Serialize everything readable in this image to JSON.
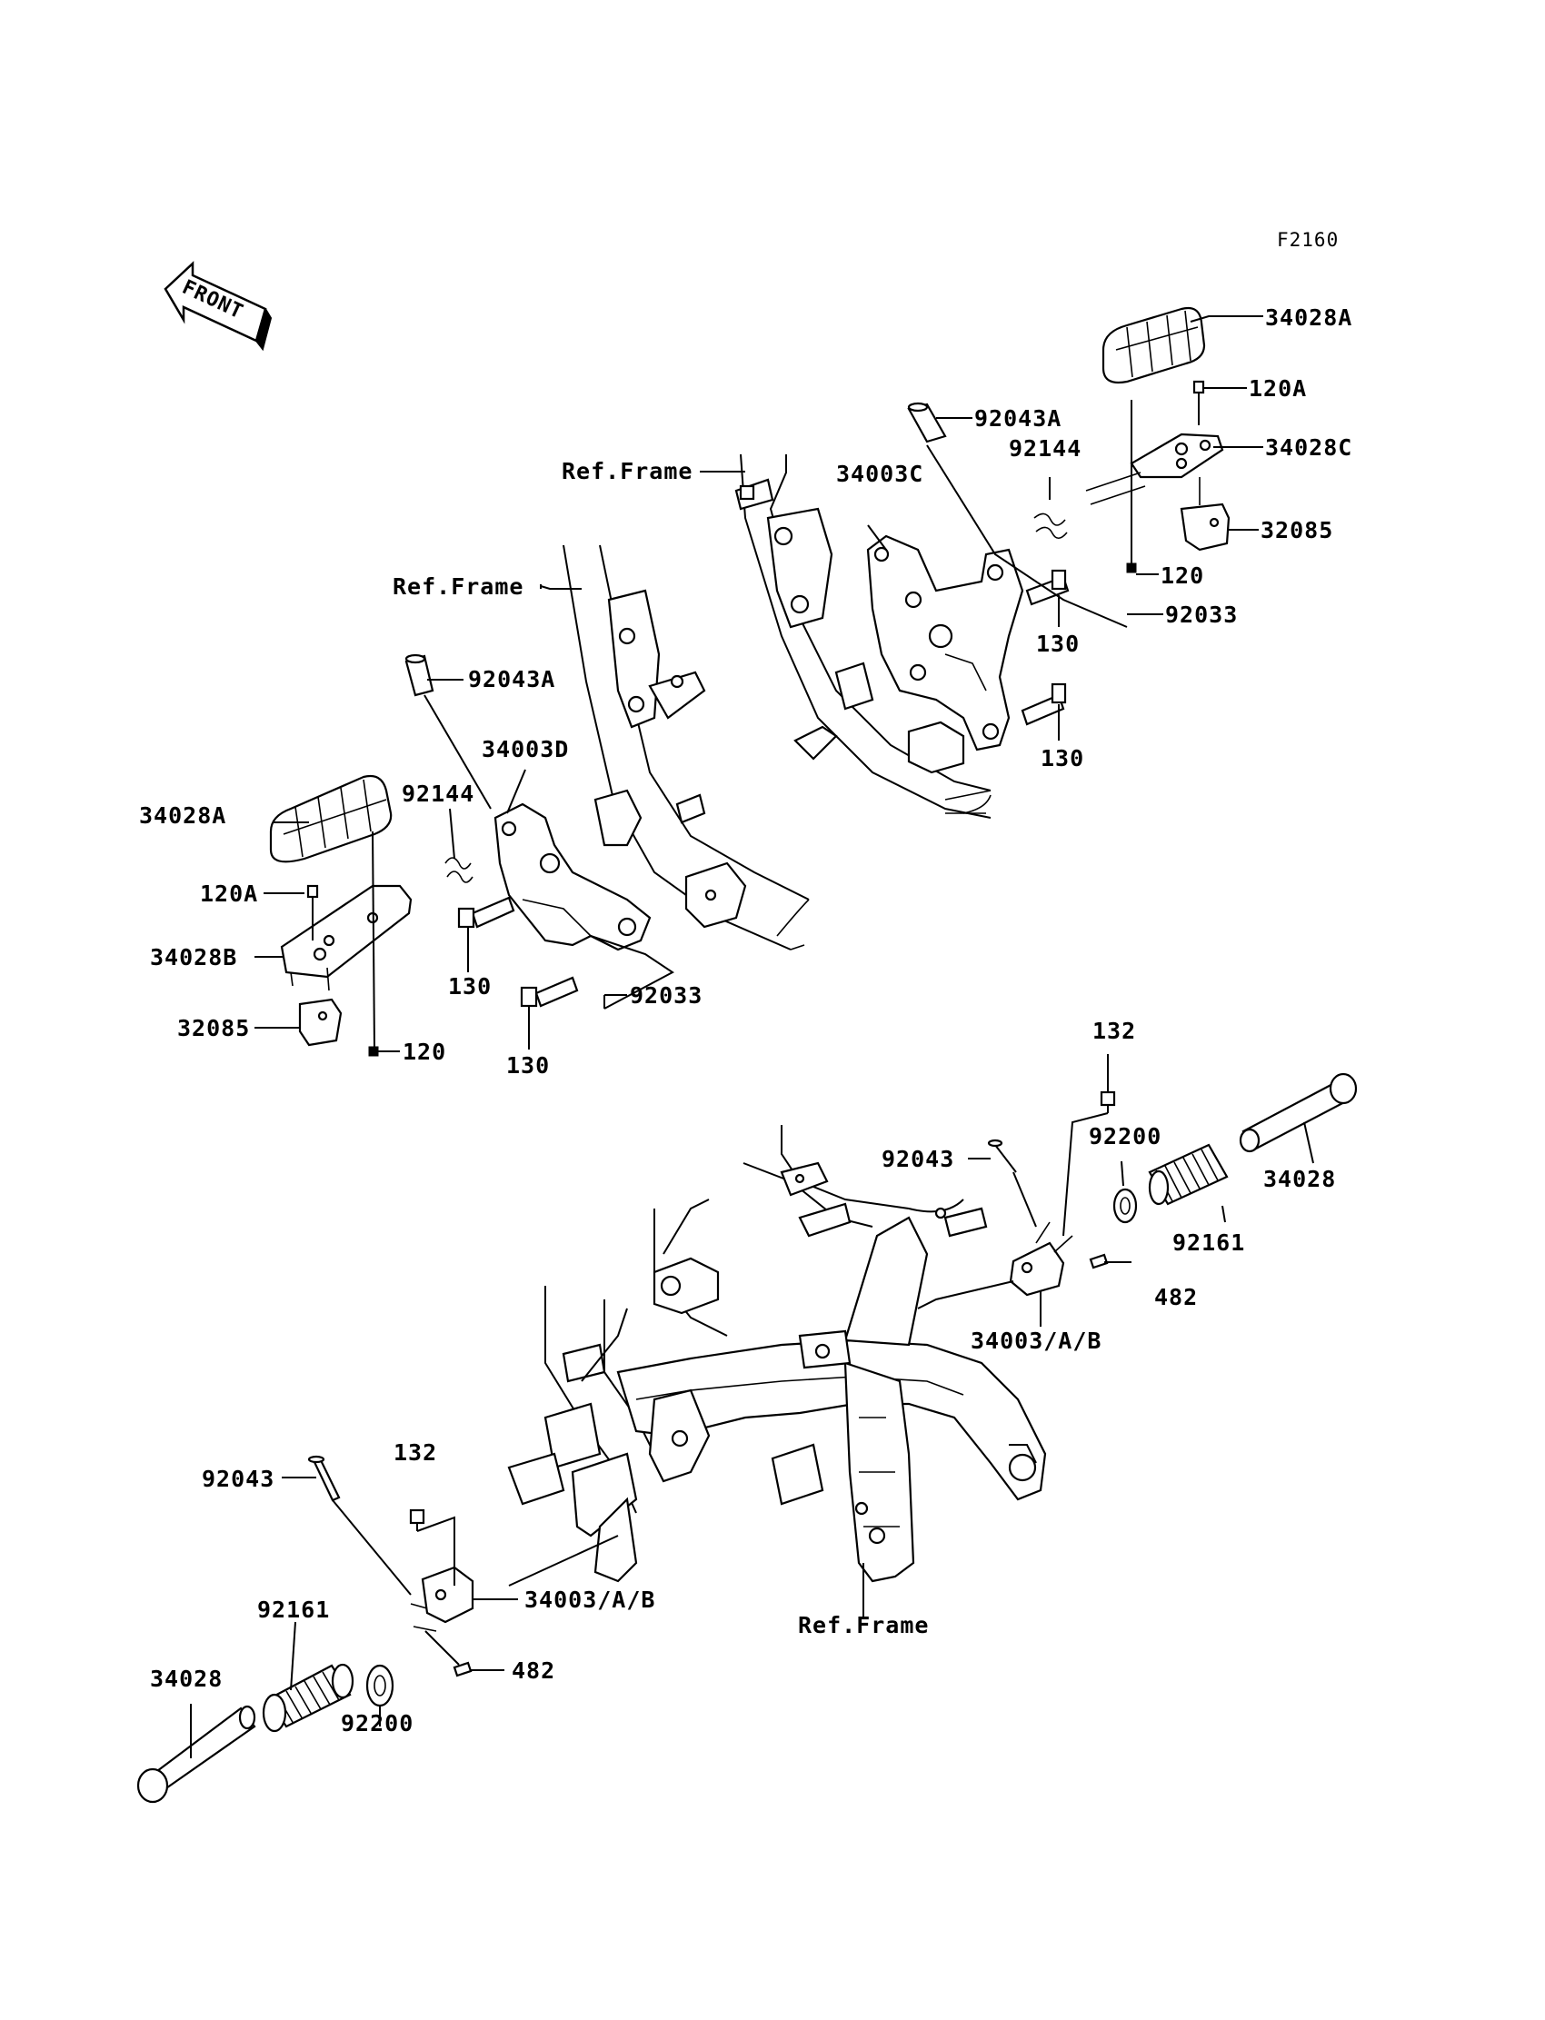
{
  "diagram_code": "F2160",
  "front_label": "FRONT",
  "labels": {
    "p34028A_upper": "34028A",
    "p120A_upper": "120A",
    "p92043A_upper": "92043A",
    "p92144_upper": "92144",
    "p34028C": "34028C",
    "ref_frame_upper": "Ref.Frame",
    "p34003C": "34003C",
    "p32085_upper": "32085",
    "p120_upper": "120",
    "p92033_upper": "92033",
    "p130_upper_a": "130",
    "p130_upper_b": "130",
    "ref_frame_mid": "Ref.Frame",
    "p92043A_mid": "92043A",
    "p34003D": "34003D",
    "p92144_mid": "92144",
    "p34028A_left": "34028A",
    "p120A_left": "120A",
    "p34028B": "34028B",
    "p32085_left": "32085",
    "p120_left": "120",
    "p130_mid_a": "130",
    "p130_mid_b": "130",
    "p92033_mid": "92033",
    "p132_right": "132",
    "p92200_right": "92200",
    "p92043_right": "92043",
    "p34028_right": "34028",
    "p92161_right": "92161",
    "p482_right": "482",
    "p34003AB_right": "34003/A/B",
    "p92043_left": "92043",
    "p132_left": "132",
    "p34003AB_left": "34003/A/B",
    "ref_frame_lower": "Ref.Frame",
    "p92161_left": "92161",
    "p34028_left": "34028",
    "p482_left": "482",
    "p92200_left": "92200"
  }
}
